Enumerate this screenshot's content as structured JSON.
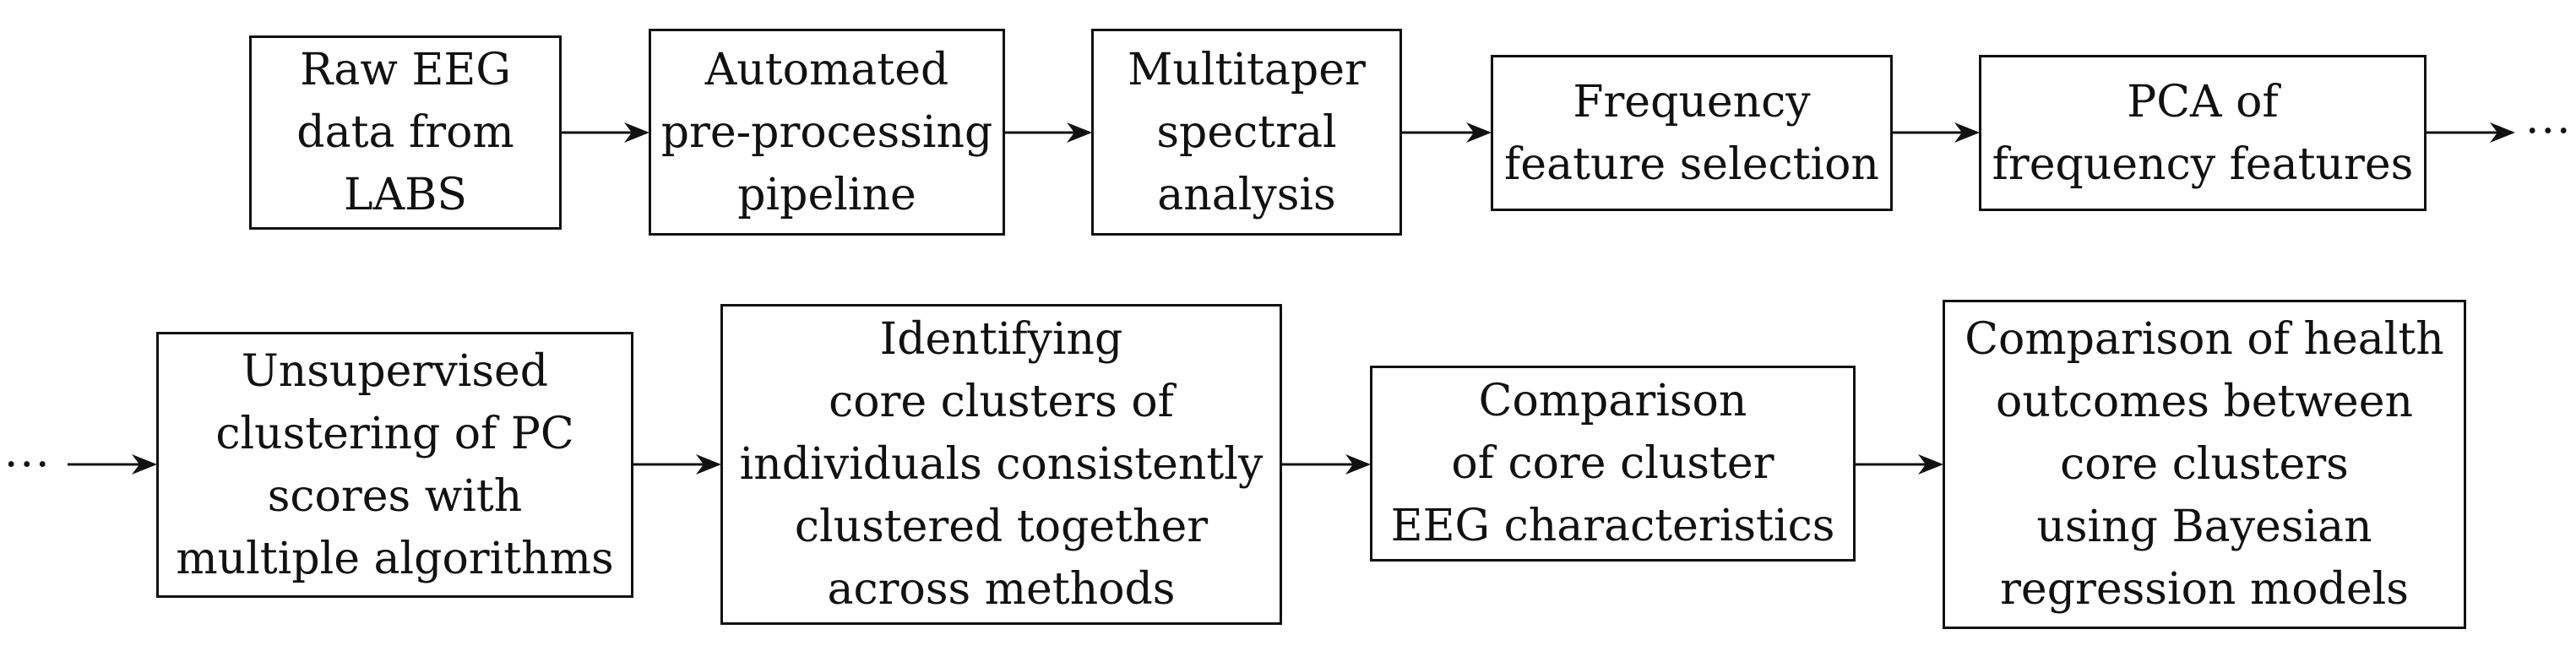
{
  "steps": [
    {
      "id": "raw-eeg",
      "lines": [
        "Raw EEG",
        "data from",
        "LABS"
      ]
    },
    {
      "id": "preprocessing",
      "lines": [
        "Automated",
        "pre-processing",
        "pipeline"
      ]
    },
    {
      "id": "multitaper",
      "lines": [
        "Multitaper",
        "spectral",
        "analysis"
      ]
    },
    {
      "id": "feature-selection",
      "lines": [
        "Frequency",
        "feature selection"
      ]
    },
    {
      "id": "pca",
      "lines": [
        "PCA of",
        "frequency features"
      ]
    },
    {
      "id": "clustering",
      "lines": [
        "Unsupervised",
        "clustering of PC",
        "scores with",
        "multiple algorithms"
      ]
    },
    {
      "id": "core-clusters",
      "lines": [
        "Identifying",
        "core clusters of",
        "individuals consistently",
        "clustered together",
        "across methods"
      ]
    },
    {
      "id": "eeg-comparison",
      "lines": [
        "Comparison",
        "of core cluster",
        "EEG characteristics"
      ]
    },
    {
      "id": "health-outcomes",
      "lines": [
        "Comparison of health",
        "outcomes between",
        "core clusters",
        "using Bayesian",
        "regression models"
      ]
    }
  ],
  "continuation_marker": "···"
}
